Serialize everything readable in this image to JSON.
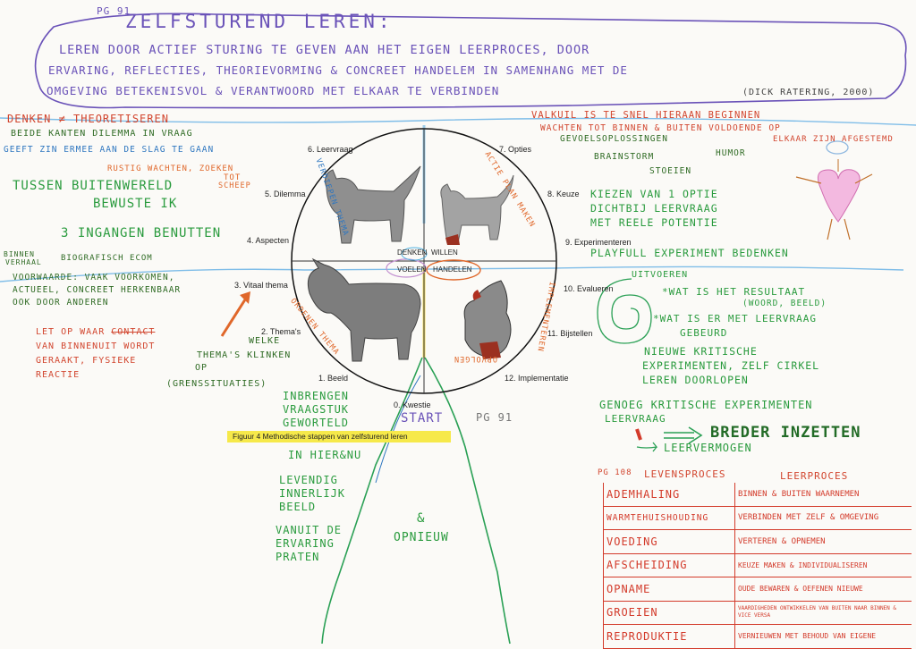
{
  "header": {
    "page_ref": "PG 91",
    "title": "ZELFSTUREND LEREN:",
    "line1": "LEREN DOOR ACTIEF STURING TE GEVEN AAN HET EIGEN LEERPROCES, DOOR",
    "line2": "ERVARING, REFLECTIES, THEORIEVORMING & CONCREET HANDELEM IN SAMENHANG MET DE",
    "line3": "OMGEVING BETEKENISVOL & VERANTWOORD MET ELKAAR TE VERBINDEN",
    "citation": "(DICK RATERING, 2000)"
  },
  "left": {
    "denken": "DENKEN ≠ THEORETISEREN",
    "dilemma1": "BEIDE KANTEN DILEMMA IN VRAAG",
    "dilemma2": "GEEFT ZIN ERMEE AAN DE SLAG TE GAAN",
    "rustig1": "RUSTIG WACHTEN, ZOEKEN",
    "rustig2": "TOT",
    "rustig3": "SCHEEP",
    "tussen1": "TUSSEN BUITENWERELD",
    "tussen2": "BEWUSTE IK",
    "ingangen": "3 INGANGEN BENUTTEN",
    "binnen1": "BINNEN",
    "binnen2": "VERHAAL",
    "bio": "BIOGRAFISCH ECOM",
    "voorw1": "VOORWAARDE: VAAK VOORKOMEN,",
    "voorw2": "ACTUEEL, CONCREET HERKENBAAR",
    "voorw3": "OOK DOOR ANDEREN",
    "letop1": "LET OP WAAR",
    "letop_strike": "CONTACT",
    "letop2": "VAN BINNENUIT WORDT",
    "letop3": "GERAAKT, FYSIEKE",
    "letop4": "REACTIE",
    "welke1": "WELKE",
    "welke2": "THEMA'S KLINKEN",
    "welke3": "OP",
    "welke4": "(GRENSSITUATIES)"
  },
  "wheel": {
    "steps": [
      "0. Kwestie",
      "1. Beeld",
      "2. Thema's",
      "3. Vitaal thema",
      "4. Aspecten",
      "5. Dilemma",
      "6. Leervraag",
      "7. Opties",
      "8. Keuze",
      "9. Experimenteren",
      "10. Evalueren",
      "11. Bijstellen",
      "12. Implementatie"
    ],
    "quadrants": [
      "DENKEN",
      "WILLEN",
      "VOELEN",
      "HANDELEN"
    ],
    "arc_labels": [
      "VERDIEPEN THEMA",
      "ACTIE PLAN MAKEN",
      "IMPLEMENTEREN",
      "ORDENEN THEMA",
      "OPVOLGEN"
    ],
    "start": "START",
    "pg": "PG 91",
    "caption": "Figuur 4    Methodische stappen van zelfsturend leren"
  },
  "bottom_center": {
    "inbrengen": [
      "INBRENGEN",
      "VRAAGSTUK",
      "GEWORTELD"
    ],
    "hiernu": "IN HIER&NU",
    "levendig": [
      "LEVENDIG",
      "INNERLIJK",
      "BEELD"
    ],
    "vanuit": [
      "VANUIT DE",
      "ERVARING",
      "PRATEN"
    ],
    "amp": "&",
    "opnieuw": "OPNIEUW"
  },
  "right": {
    "valkuil1": "VALKUIL IS TE SNEL HIERAAN BEGINNEN",
    "valkuil2": "WACHTEN TOT BINNEN & BUITEN VOLDOENDE OP",
    "gevoels": "GEVOELSOPLOSSINGEN",
    "afgestemd": "ELKAAR ZIJN AFGESTEMD",
    "brainstorm": "BRAINSTORM",
    "humor": "HUMOR",
    "stoeien": "STOEIEN",
    "kiezen1": "KIEZEN VAN 1 OPTIE",
    "kiezen2": "DICHTBIJ LEERVRAAG",
    "kiezen3": "MET REELE POTENTIE",
    "playfull": "PLAYFULL EXPERIMENT BEDENKEN",
    "uitvoeren": "UITVOEREN",
    "wat1": "*WAT IS HET RESULTAAT",
    "wat2": "(WOORD, BEELD)",
    "wat3": "*WAT IS ER MET LEERVRAAG",
    "wat4": "GEBEURD",
    "nieuwe1": "NIEUWE KRITISCHE",
    "nieuwe2": "EXPERIMENTEN, ZELF CIRKEL",
    "nieuwe3": "LEREN DOORLOPEN",
    "genoeg1": "GENOEG KRITISCHE EXPERIMENTEN",
    "genoeg2": "LEERVRAAG",
    "breder": "BREDER INZETTEN",
    "leervermogen": "LEERVERMOGEN"
  },
  "table": {
    "page_ref": "PG 108",
    "head_left": "LEVENSPROCES",
    "head_right": "LEERPROCES",
    "rows": [
      {
        "l": "ADEMHALING",
        "r": "BINNEN & BUITEN WAARNEMEN"
      },
      {
        "l": "WARMTEHUISHOUDING",
        "r": "VERBINDEN MET ZELF & OMGEVING"
      },
      {
        "l": "VOEDING",
        "r": "VERTEREN & OPNEMEN"
      },
      {
        "l": "AFSCHEIDING",
        "r": "KEUZE MAKEN & INDIVIDUALISEREN"
      },
      {
        "l": "OPNAME",
        "r": "OUDE BEWAREN & OEFENEN NIEUWE"
      },
      {
        "l": "GROEIEN",
        "r": "VAARDIGHEDEN ONTWIKKELEN VAN BUITEN NAAR BINNEN & VICE VERSA"
      },
      {
        "l": "REPRODUKTIE",
        "r": "VERNIEUWEN MET BEHOUD VAN EIGENE"
      }
    ]
  },
  "colors": {
    "purple": "#6a52b8",
    "red": "#d2462f",
    "green": "#2a9b3e",
    "blue": "#2f77c0",
    "orange": "#e0672a",
    "highlight": "#f6e94a"
  }
}
